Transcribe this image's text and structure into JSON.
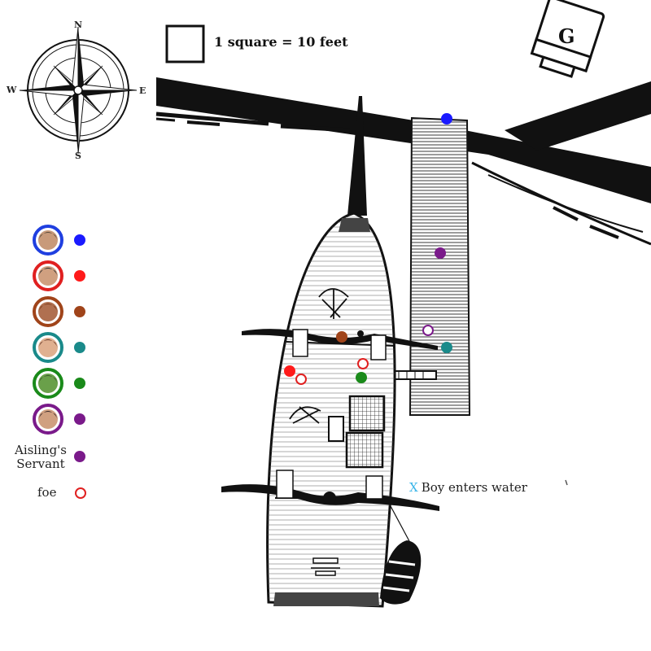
{
  "scale": {
    "label": "1 square = 10 feet"
  },
  "compass": {
    "north": "N",
    "south": "S",
    "east": "E",
    "west": "W"
  },
  "tower": {
    "label": "G"
  },
  "note": {
    "marker": "X",
    "text": "Boy enters water"
  },
  "legend": {
    "entries": [
      {
        "portrait": "portrait-1",
        "ring_color": "#1f3fe0",
        "dot_color": "#1a1aff"
      },
      {
        "portrait": "portrait-2",
        "ring_color": "#e02020",
        "dot_color": "#ff1a1a"
      },
      {
        "portrait": "portrait-3",
        "ring_color": "#a0441a",
        "dot_color": "#a0441a"
      },
      {
        "portrait": "portrait-4",
        "ring_color": "#1a8a8a",
        "dot_color": "#1a8a8a"
      },
      {
        "portrait": "portrait-5",
        "ring_color": "#1a8a1a",
        "dot_color": "#1a8a1a"
      },
      {
        "portrait": "portrait-6",
        "ring_color": "#7a1a8a",
        "dot_color": "#7a1a8a"
      }
    ],
    "servant_label": "Aisling's Servant",
    "servant_color": "#7a1a8a",
    "foe_label": "foe",
    "foe_color": "#e02020"
  },
  "tokens": [
    {
      "color": "#1a1aff",
      "hollow": false
    },
    {
      "color": "#7a1a8a",
      "hollow": false
    },
    {
      "color": "#7a1a8a",
      "hollow": true
    },
    {
      "color": "#1a8a8a",
      "hollow": false
    },
    {
      "color": "#a0441a",
      "hollow": false
    },
    {
      "color": "#e02020",
      "hollow": true
    },
    {
      "color": "#ff1a1a",
      "hollow": false
    },
    {
      "color": "#e02020",
      "hollow": true
    },
    {
      "color": "#1a8a1a",
      "hollow": false
    }
  ]
}
